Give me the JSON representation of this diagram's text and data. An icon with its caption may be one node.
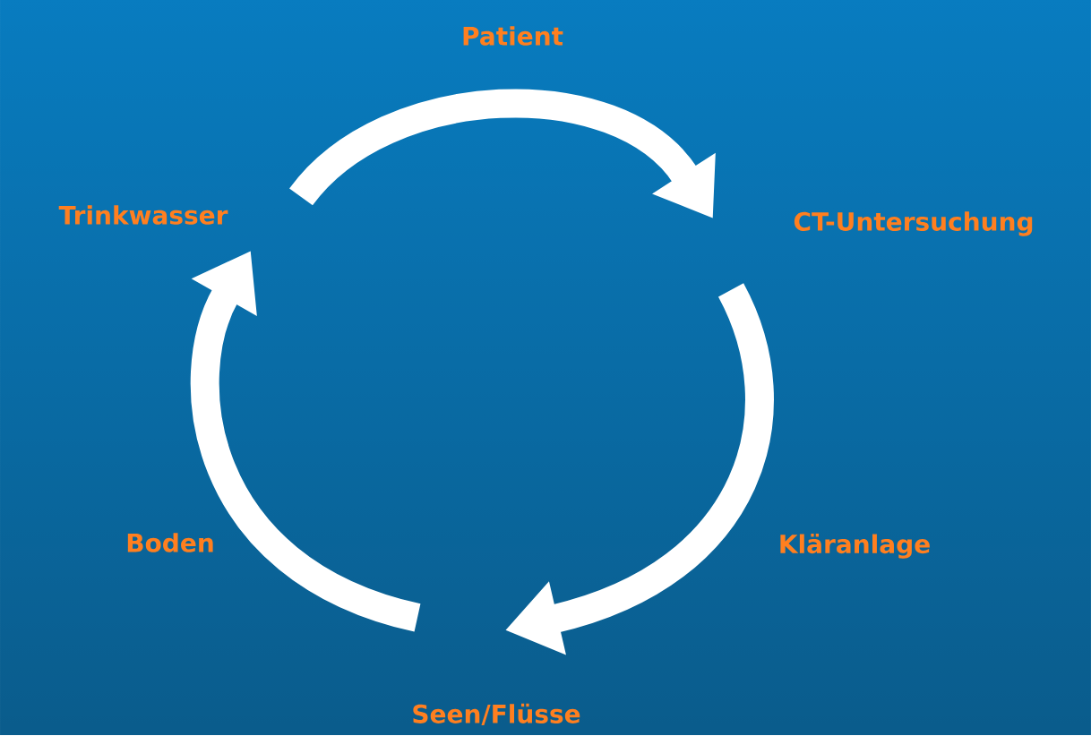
{
  "diagram": {
    "nodes": [
      {
        "text": [
          "Trinkwasser"
        ]
      },
      {
        "text": [
          "CT-Untersuchung"
        ]
      },
      {
        "text": [
          "Seen/Flüsse"
        ]
      }
    ],
    "edges": [
      {
        "from": 0,
        "to": 1,
        "arrow": "to",
        "label": "Patient"
      },
      {
        "from": 1,
        "to": 2,
        "arrow": "to",
        "label": "Kläranlage"
      },
      {
        "from": 2,
        "to": 0,
        "arrow": "to",
        "label": "Boden"
      }
    ]
  }
}
